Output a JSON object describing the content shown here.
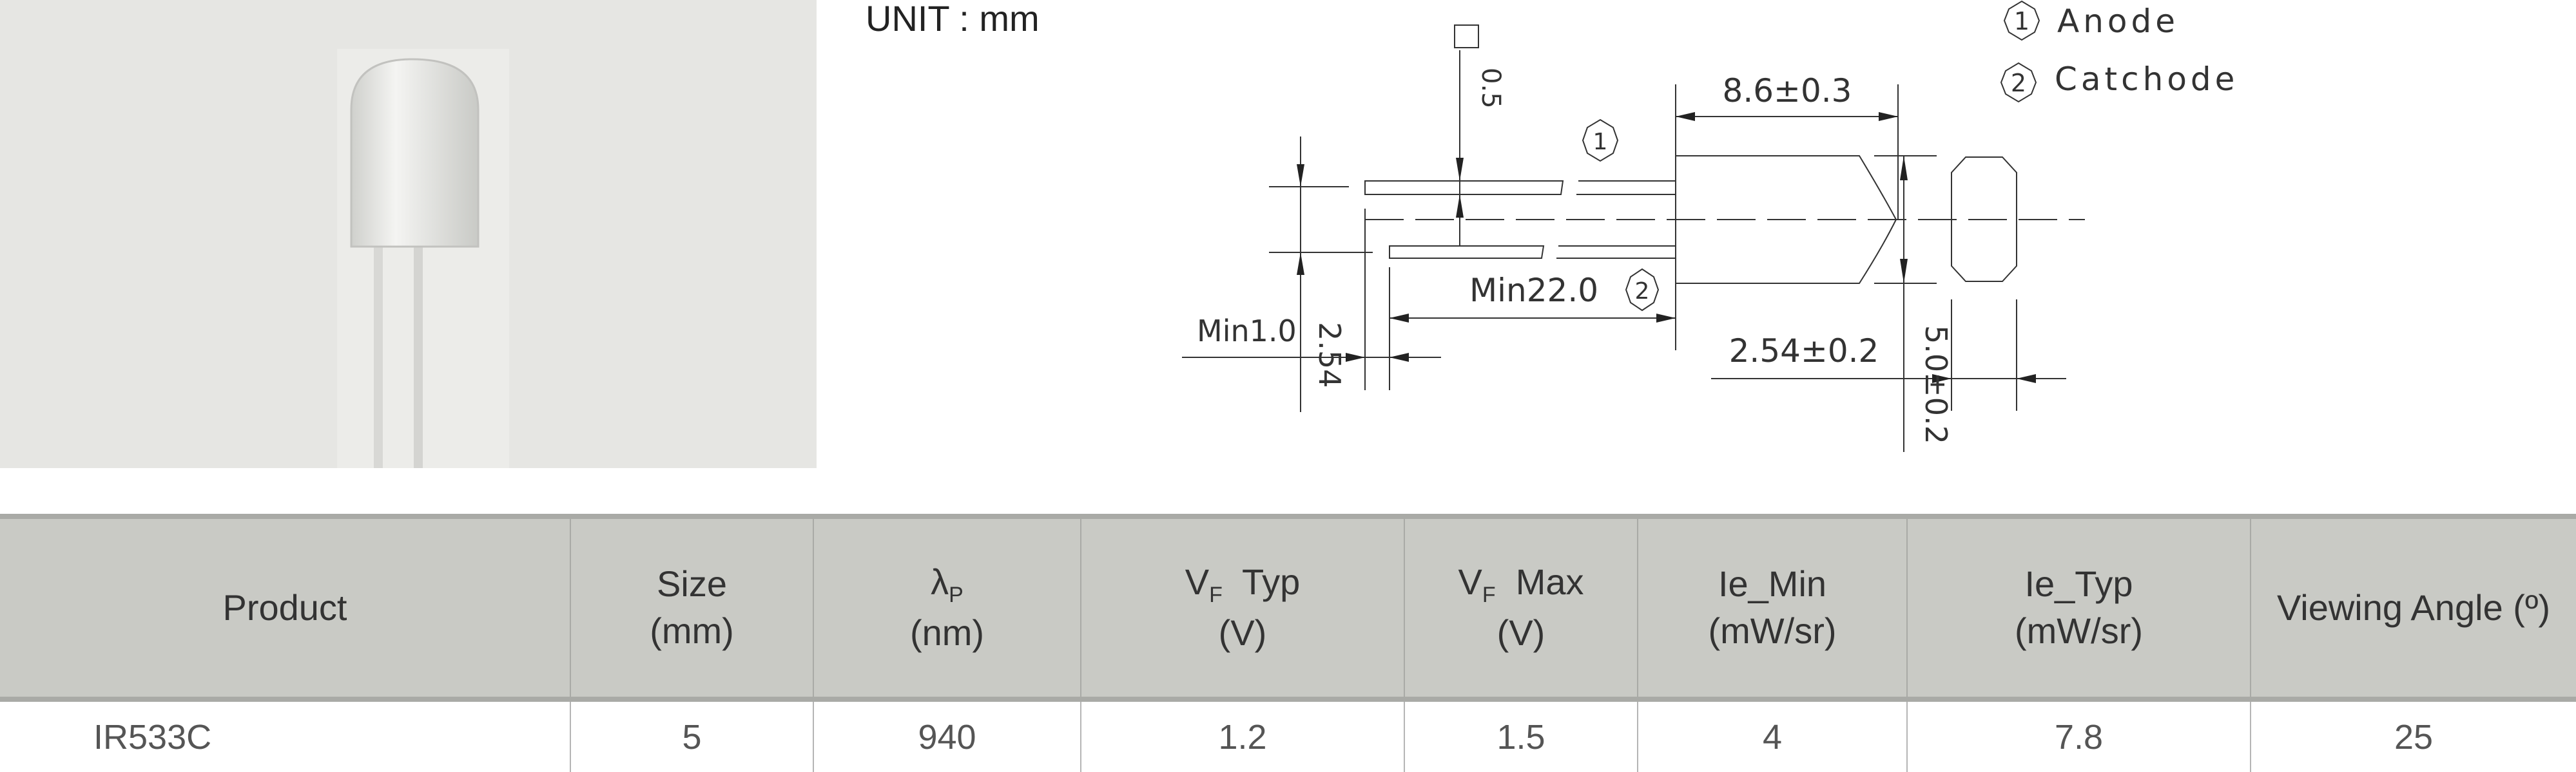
{
  "drawing": {
    "unit_label": "UNIT : mm",
    "dim_lead_width": "0.5",
    "dim_body_length": "8.6±0.3",
    "dim_lead_length": "Min22.0",
    "dim_min_flange": "Min1.0",
    "dim_lead_pitch_vertical": "2.54",
    "dim_lead_pitch": "2.54±0.2",
    "dim_diameter": "5.0±0.2",
    "pin1_marker": "1",
    "pin2_marker": "2",
    "legend": [
      {
        "num": "1",
        "label": "Anode"
      },
      {
        "num": "2",
        "label": "Catchode"
      }
    ]
  },
  "table": {
    "headers": [
      {
        "line1": "Product",
        "line2": ""
      },
      {
        "line1": "Size",
        "line2": "(mm)"
      },
      {
        "line1": "λ",
        "sub": "P",
        "line2": "(nm)"
      },
      {
        "line1": "V",
        "sub": "F",
        "rest": "  Typ",
        "line2": "(V)"
      },
      {
        "line1": "V",
        "sub": "F",
        "rest": "  Max",
        "line2": "(V)"
      },
      {
        "line1": "Ie_Min",
        "line2": "(mW/sr)"
      },
      {
        "line1": "Ie_Typ",
        "line2": "(mW/sr)"
      },
      {
        "line1": "Viewing Angle (º)",
        "line2": ""
      }
    ],
    "rows": [
      [
        "IR533C",
        "5",
        "940",
        "1.2",
        "1.5",
        "4",
        "7.8",
        "25"
      ]
    ]
  }
}
